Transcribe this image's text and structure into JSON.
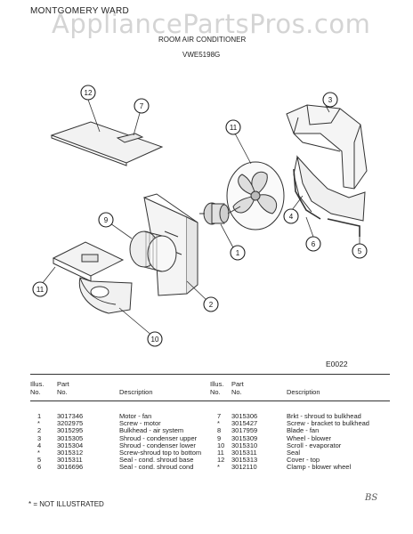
{
  "header": {
    "brand": "MONTGOMERY WARD",
    "watermark": "AppliancePartsPros.com",
    "diagram_title": "ROOM AIR CONDITIONER",
    "model": "VWE5198G",
    "diagram_code": "E0022"
  },
  "callouts": [
    "12",
    "7",
    "3",
    "11",
    "9",
    "4",
    "6",
    "5",
    "1",
    "11",
    "2",
    "10"
  ],
  "table": {
    "headers": {
      "illus": "Illus.\nNo.",
      "part": "Part\nNo.",
      "desc": "Description"
    },
    "left_rows": [
      {
        "illus": "1",
        "part": "3017346",
        "desc": "Motor - fan"
      },
      {
        "illus": "*",
        "part": "3202975",
        "desc": "Screw - motor"
      },
      {
        "illus": "2",
        "part": "3015295",
        "desc": "Bulkhead - air system"
      },
      {
        "illus": "3",
        "part": "3015305",
        "desc": "Shroud - condenser upper"
      },
      {
        "illus": "4",
        "part": "3015304",
        "desc": "Shroud - condenser lower"
      },
      {
        "illus": "*",
        "part": "3015312",
        "desc": "Screw-shroud top to bottom"
      },
      {
        "illus": "5",
        "part": "3015311",
        "desc": "Seal - cond. shroud base"
      },
      {
        "illus": "6",
        "part": "3016696",
        "desc": "Seal - cond. shroud cond"
      }
    ],
    "right_rows": [
      {
        "illus": "7",
        "part": "3015306",
        "desc": "Brkt - shroud to bulkhead"
      },
      {
        "illus": "*",
        "part": "3015427",
        "desc": "Screw - bracket to bulkhead"
      },
      {
        "illus": "8",
        "part": "3017959",
        "desc": "Blade - fan"
      },
      {
        "illus": "9",
        "part": "3015309",
        "desc": "Wheel - blower"
      },
      {
        "illus": "10",
        "part": "3015310",
        "desc": "Scroll - evaporator"
      },
      {
        "illus": "11",
        "part": "3015311",
        "desc": "Seal"
      },
      {
        "illus": "12",
        "part": "3015313",
        "desc": "Cover - top"
      },
      {
        "illus": "*",
        "part": "3012110",
        "desc": "Clamp - blower wheel"
      }
    ]
  },
  "footer": {
    "note": "* = NOT ILLUSTRATED",
    "initials": "BS"
  }
}
